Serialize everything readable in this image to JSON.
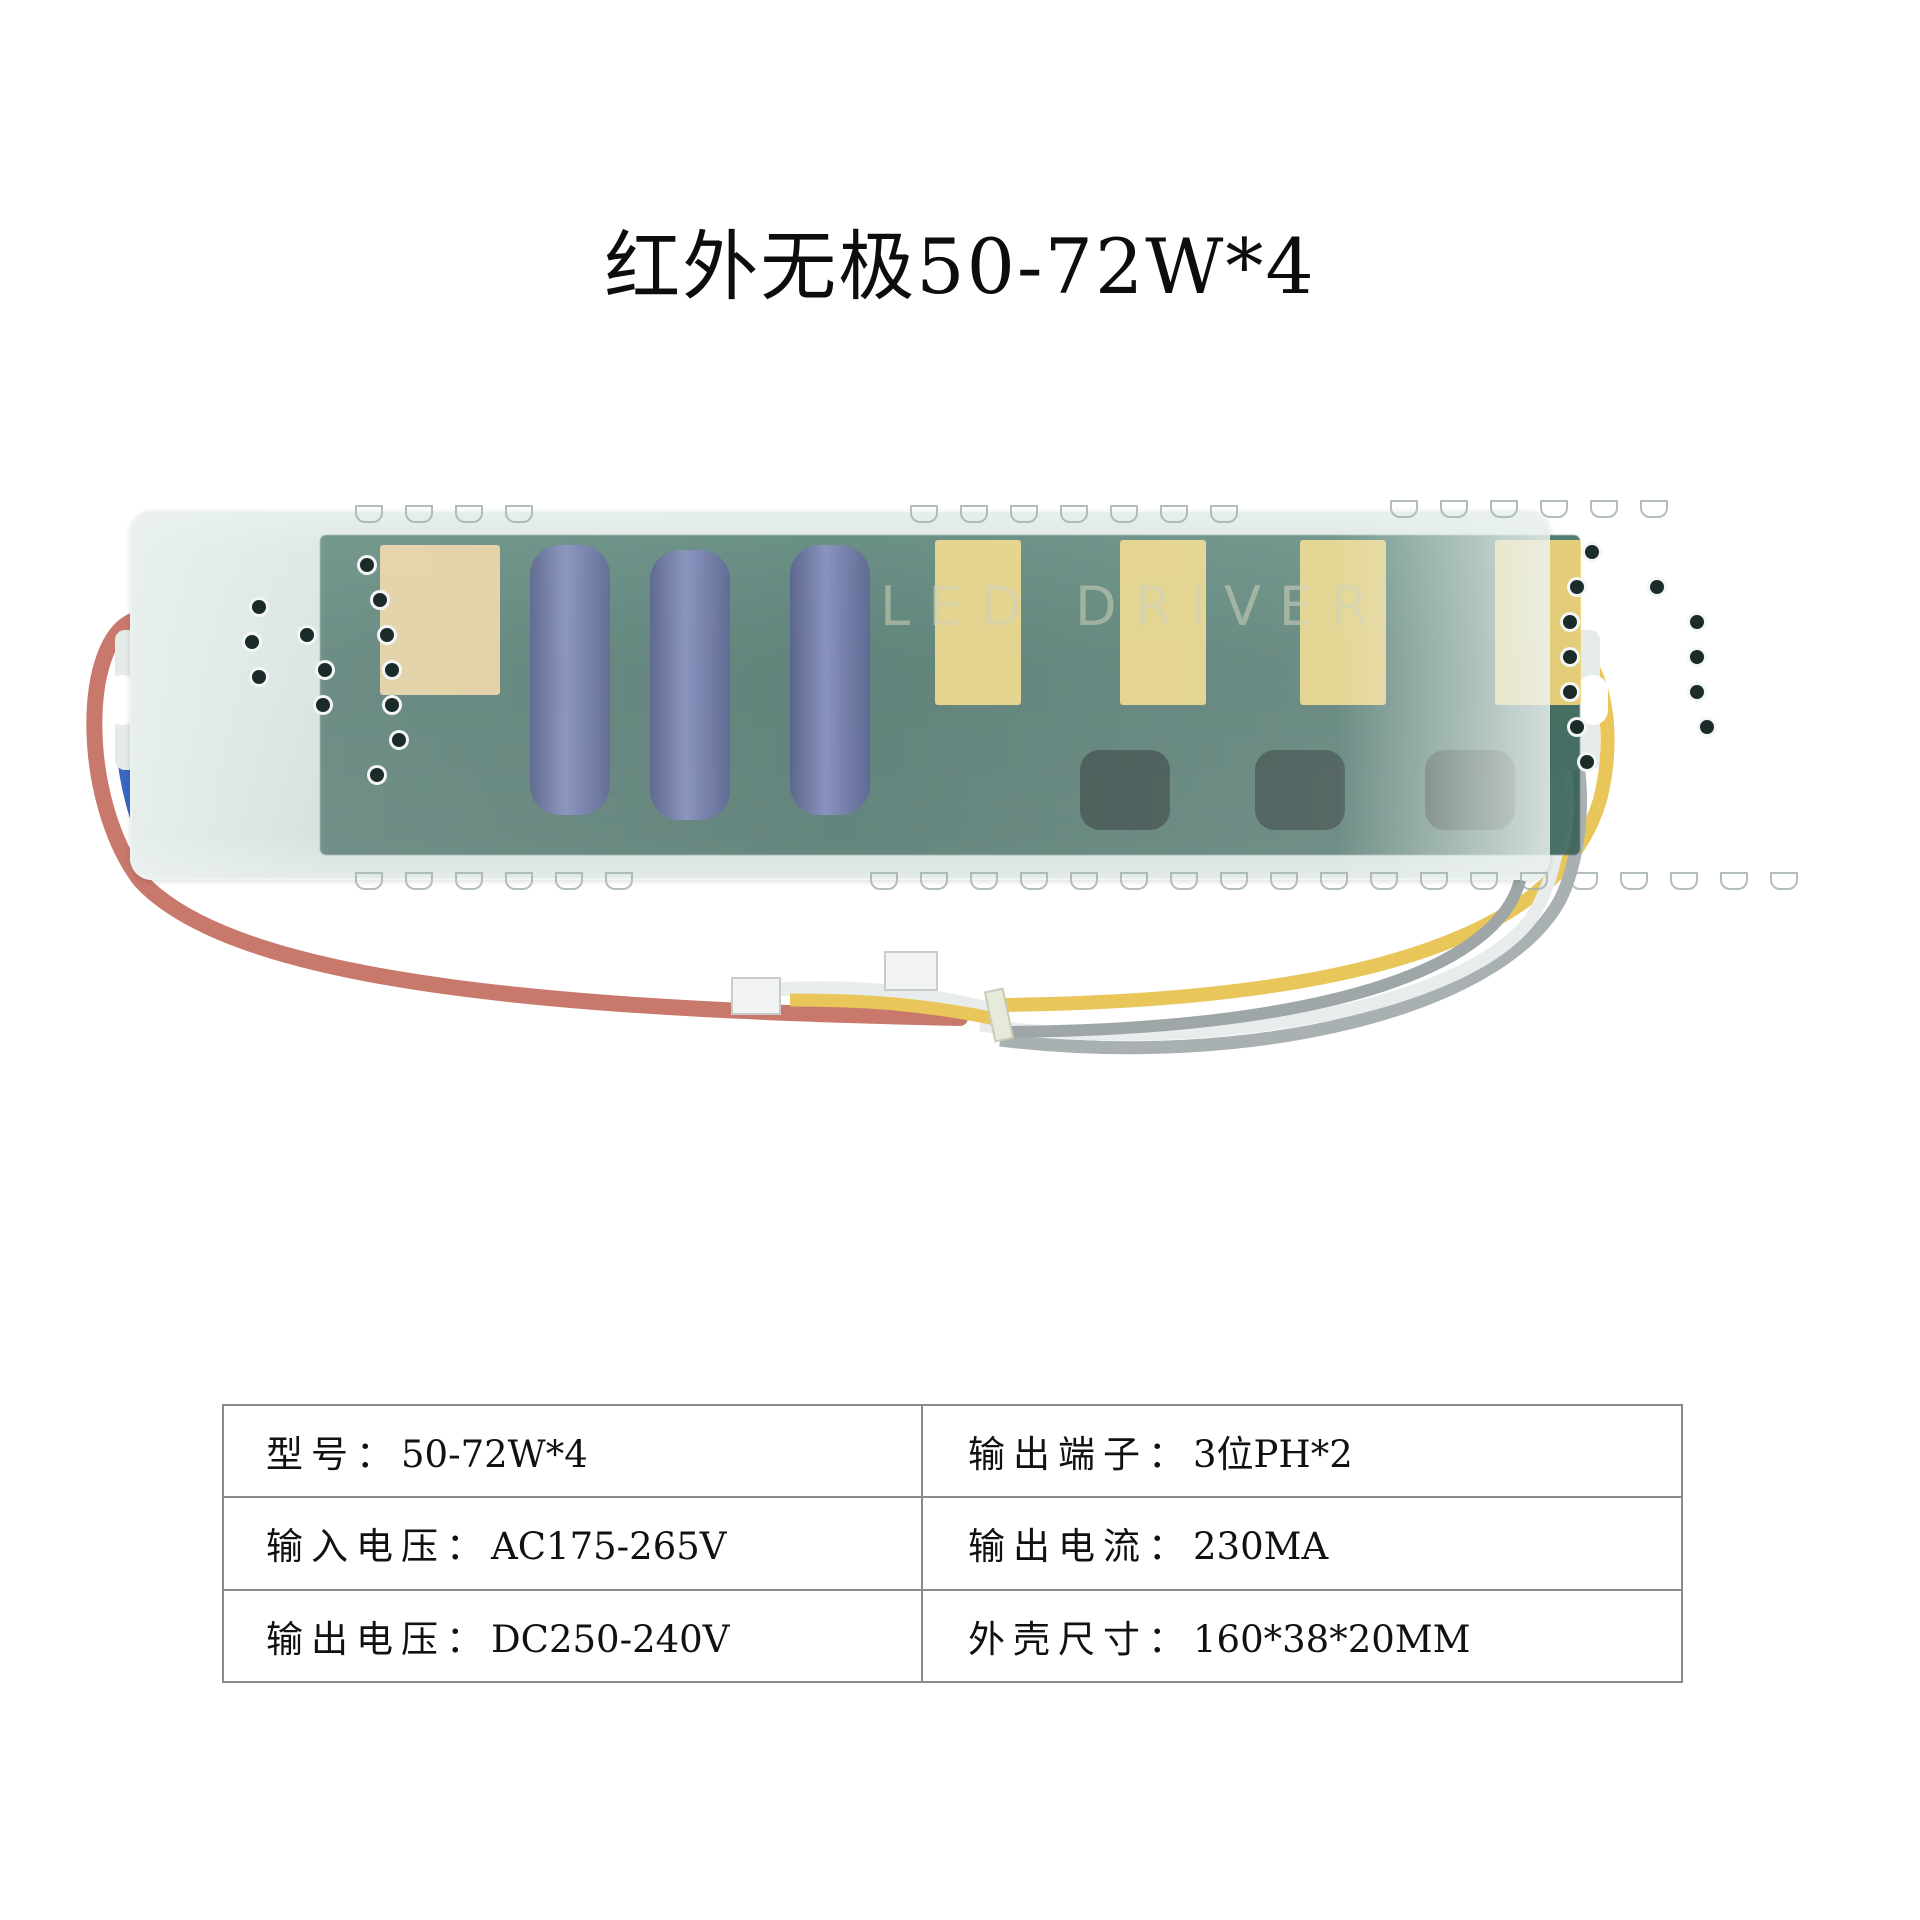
{
  "title": "红外无极50-72W*4",
  "product_photo": {
    "description": "LED driver in frosted translucent plastic housing with visible PCB, capacitors and relays",
    "pcb_silkscreen": "LED DRIVER",
    "wire_colors": {
      "red": "#c9786c",
      "blue": "#3a66c4",
      "yellow": "#e8c65a",
      "white": "#e9ecec",
      "grey": "#a9b0b2"
    },
    "housing_color": "#dbe5e2",
    "pcb_color": "#2f5d52"
  },
  "spec_table": {
    "rows": [
      {
        "left": {
          "label": "型号：",
          "value": "50-72W*4"
        },
        "right": {
          "label": "输出端子：",
          "value": "3位PH*2"
        }
      },
      {
        "left": {
          "label": "输入电压：",
          "value": "AC175-265V"
        },
        "right": {
          "label": "输出电流：",
          "value": "230MA"
        }
      },
      {
        "left": {
          "label": "输出电压：",
          "value": "DC250-240V"
        },
        "right": {
          "label": "外壳尺寸：",
          "value": "160*38*20MM"
        }
      }
    ]
  }
}
